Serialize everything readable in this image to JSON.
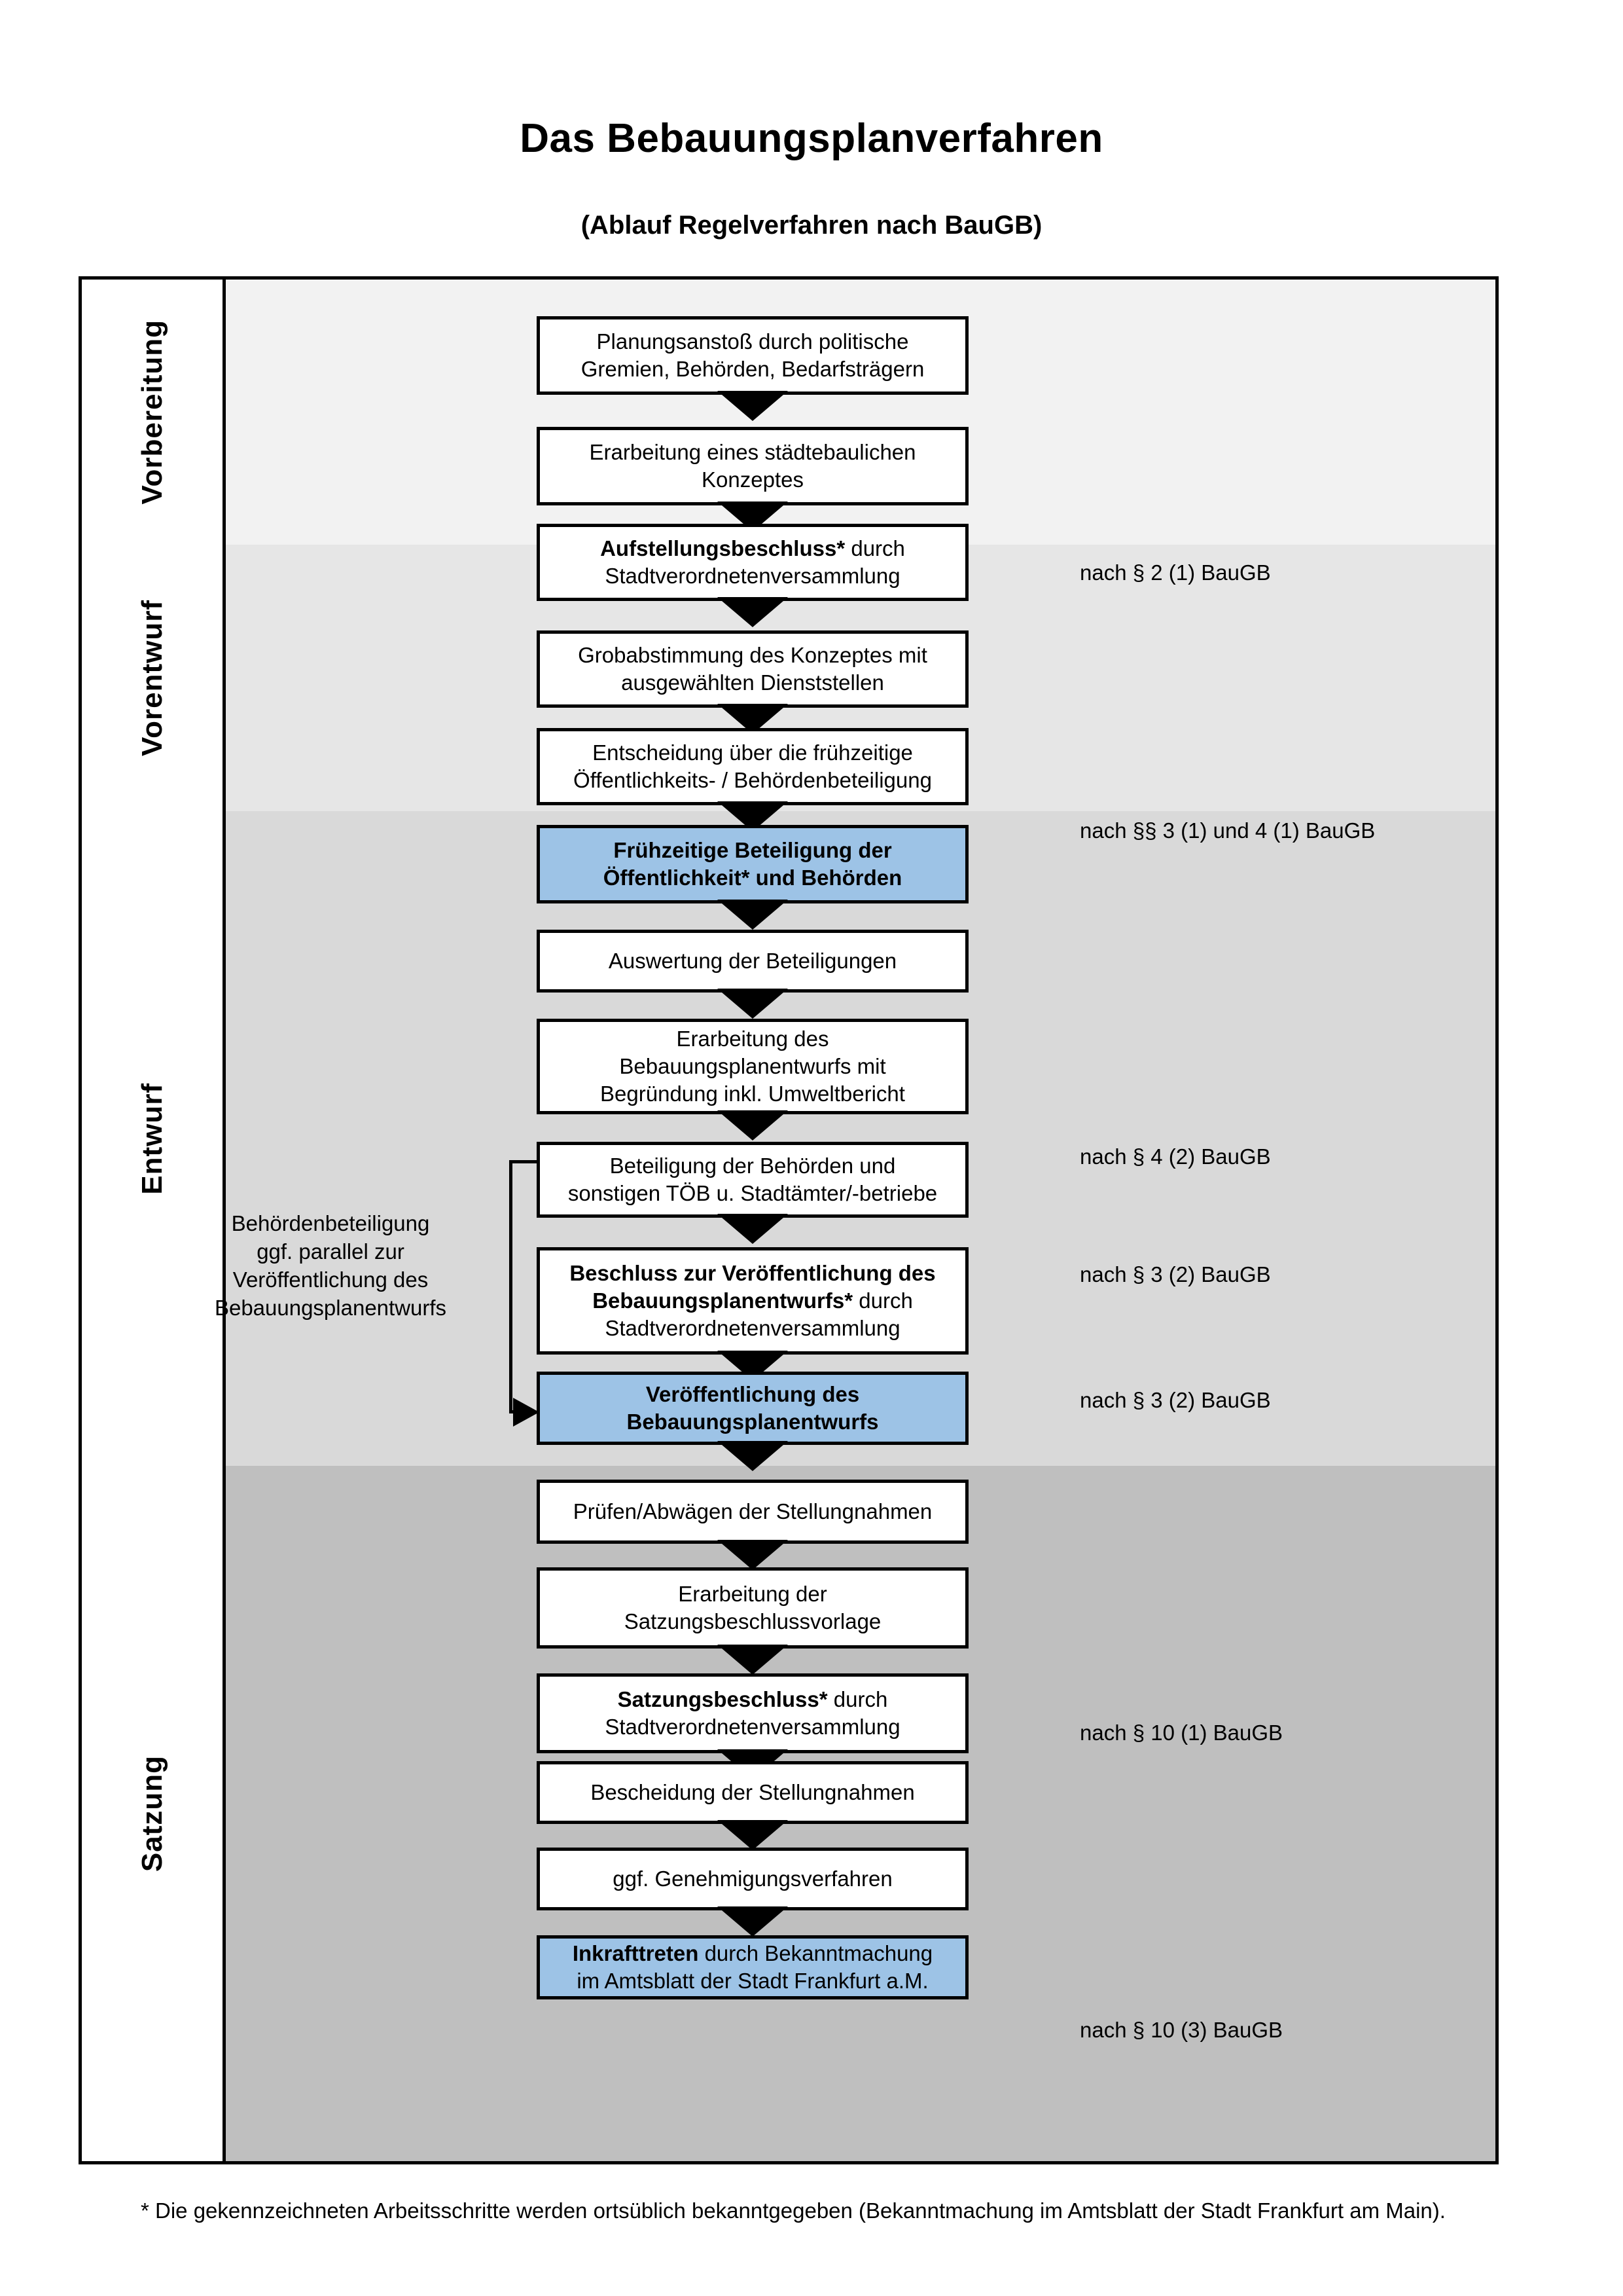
{
  "header": {
    "title": "Das Bebauungsplanverfahren",
    "subtitle": "(Ablauf Regelverfahren nach BauGB)"
  },
  "colors": {
    "highlight_box": "#9dc3e6",
    "phase_vorbereitung_bg": "#f2f2f2",
    "phase_vorentwurf_bg": "#e6e6e6",
    "phase_entwurf_bg": "#d9d9d9",
    "phase_satzung_bg": "#bfbfbf",
    "border": "#000000"
  },
  "phases": [
    {
      "label": "Vorbereitung"
    },
    {
      "label": "Vorentwurf"
    },
    {
      "label": "Entwurf"
    },
    {
      "label": "Satzung"
    }
  ],
  "steps": [
    {
      "id": "planungsanstoss",
      "highlight": false,
      "lines": [
        {
          "text": "Planungsanstoß durch politische",
          "bold": false
        },
        {
          "text": "Gremien, Behörden, Bedarfsträgern",
          "bold": false
        }
      ]
    },
    {
      "id": "staedtebauliches-konzept",
      "highlight": false,
      "lines": [
        {
          "text": "Erarbeitung eines städtebaulichen",
          "bold": false
        },
        {
          "text": "Konzeptes",
          "bold": false
        }
      ]
    },
    {
      "id": "aufstellungsbeschluss",
      "highlight": false,
      "lines": [
        {
          "text": "Aufstellungsbeschluss*",
          "bold": true,
          "suffix": " durch"
        },
        {
          "text": "Stadtverordnetenversammlung",
          "bold": false
        }
      ]
    },
    {
      "id": "grobabstimmung",
      "highlight": false,
      "lines": [
        {
          "text": "Grobabstimmung des Konzeptes mit",
          "bold": false
        },
        {
          "text": "ausgewählten Dienststellen",
          "bold": false
        }
      ]
    },
    {
      "id": "entscheidung-fruehzeitige-beteiligung",
      "highlight": false,
      "lines": [
        {
          "text": "Entscheidung über die frühzeitige",
          "bold": false
        },
        {
          "text": "Öffentlichkeits- / Behördenbeteiligung",
          "bold": false
        }
      ]
    },
    {
      "id": "fruehzeitige-beteiligung",
      "highlight": true,
      "lines": [
        {
          "text": "Frühzeitige Beteiligung der",
          "bold": true
        },
        {
          "text": "Öffentlichkeit* und Behörden",
          "bold": true
        }
      ]
    },
    {
      "id": "auswertung-beteiligungen",
      "highlight": false,
      "lines": [
        {
          "text": "Auswertung der Beteiligungen",
          "bold": false
        }
      ]
    },
    {
      "id": "erarbeitung-bebauungsplanentwurf",
      "highlight": false,
      "lines": [
        {
          "text": "Erarbeitung des",
          "bold": false
        },
        {
          "text": "Bebauungsplanentwurfs mit",
          "bold": false
        },
        {
          "text": "Begründung inkl. Umweltbericht",
          "bold": false
        }
      ]
    },
    {
      "id": "beteiligung-behoerden-toeb",
      "highlight": false,
      "lines": [
        {
          "text": "Beteiligung der Behörden und",
          "bold": false
        },
        {
          "text": "sonstigen TÖB u. Stadtämter/-betriebe",
          "bold": false
        }
      ]
    },
    {
      "id": "beschluss-veroeffentlichung",
      "highlight": false,
      "lines": [
        {
          "text": "Beschluss zur Veröffentlichung des",
          "bold": true
        },
        {
          "text": "Bebauungsplanentwurfs*",
          "bold": true,
          "suffix": " durch"
        },
        {
          "text": "Stadtverordnetenversammlung",
          "bold": false
        }
      ]
    },
    {
      "id": "veroeffentlichung-entwurf",
      "highlight": true,
      "lines": [
        {
          "text": "Veröffentlichung des",
          "bold": true
        },
        {
          "text": "Bebauungsplanentwurfs",
          "bold": true
        }
      ]
    },
    {
      "id": "pruefen-abwaegen",
      "highlight": false,
      "lines": [
        {
          "text": "Prüfen/Abwägen der Stellungnahmen",
          "bold": false
        }
      ]
    },
    {
      "id": "erarbeitung-satzungsbeschlussvorlage",
      "highlight": false,
      "lines": [
        {
          "text": "Erarbeitung der",
          "bold": false
        },
        {
          "text": "Satzungsbeschlussvorlage",
          "bold": false
        }
      ]
    },
    {
      "id": "satzungsbeschluss",
      "highlight": false,
      "lines": [
        {
          "text": "Satzungsbeschluss*",
          "bold": true,
          "suffix": " durch"
        },
        {
          "text": "Stadtverordnetenversammlung",
          "bold": false
        }
      ]
    },
    {
      "id": "bescheidung-stellungnahmen",
      "highlight": false,
      "lines": [
        {
          "text": "Bescheidung der Stellungnahmen",
          "bold": false
        }
      ]
    },
    {
      "id": "genehmigungsverfahren",
      "highlight": false,
      "lines": [
        {
          "text": "ggf. Genehmigungsverfahren",
          "bold": false
        }
      ]
    },
    {
      "id": "inkrafttreten",
      "highlight": true,
      "lines": [
        {
          "text": "Inkrafttreten",
          "bold": true,
          "suffix": " durch Bekanntmachung"
        },
        {
          "text": "im Amtsblatt der Stadt Frankfurt a.M.",
          "bold": false
        }
      ]
    }
  ],
  "legal_notes": [
    {
      "id": "note-2-1",
      "text": "nach § 2 (1) BauGB"
    },
    {
      "id": "note-3-1-4-1",
      "text": "nach §§ 3 (1) und 4 (1) BauGB"
    },
    {
      "id": "note-4-2",
      "text": "nach § 4 (2) BauGB"
    },
    {
      "id": "note-3-2-a",
      "text": "nach § 3 (2) BauGB"
    },
    {
      "id": "note-3-2-b",
      "text": "nach § 3 (2) BauGB"
    },
    {
      "id": "note-10-1",
      "text": "nach § 10 (1) BauGB"
    },
    {
      "id": "note-10-3",
      "text": "nach § 10 (3) BauGB"
    }
  ],
  "side_note": {
    "lines": [
      "Behördenbeteiligung",
      "ggf. parallel zur",
      "Veröffentlichung des",
      "Bebauungsplanentwurfs"
    ]
  },
  "footnote": {
    "text": "* Die gekennzeichneten Arbeitsschritte werden ortsüblich bekanntgegeben (Bekanntmachung im Amtsblatt  der Stadt Frankfurt am Main)."
  }
}
